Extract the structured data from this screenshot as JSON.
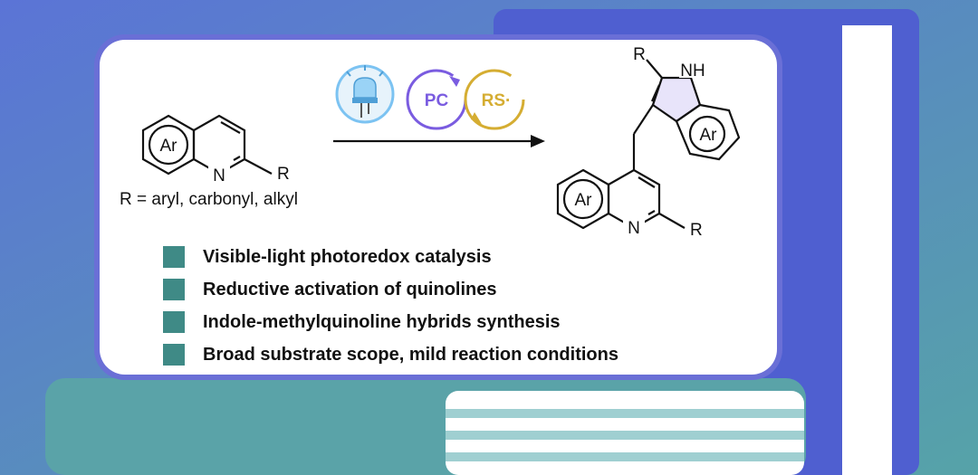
{
  "colors": {
    "background_top": "#5b74d6",
    "background_bottom": "#56a3a8",
    "book_blue": "#4f5fd0",
    "book_teal": "#5aa3a8",
    "bullet": "#3f8a86",
    "light_icon": "#7cc3f2",
    "pc_cycle": "#7a5ce0",
    "rs_cycle": "#d5ad32"
  },
  "reactant": {
    "ring_label": "Ar",
    "nitrogen": "N",
    "substituent": "R",
    "r_definition": "R = aryl, carbonyl, alkyl"
  },
  "conditions": {
    "pc_label": "PC",
    "rs_label": "RS·",
    "icon": "led-light-icon"
  },
  "product": {
    "indole_r": "R",
    "indole_nh": "NH",
    "indole_ring_label": "Ar",
    "quinoline_ring_label": "Ar",
    "nitrogen": "N",
    "substituent": "R"
  },
  "highlights": [
    "Visible-light photoredox catalysis",
    "Reductive activation of quinolines",
    "Indole-methylquinoline hybrids synthesis",
    "Broad substrate scope, mild reaction conditions"
  ]
}
